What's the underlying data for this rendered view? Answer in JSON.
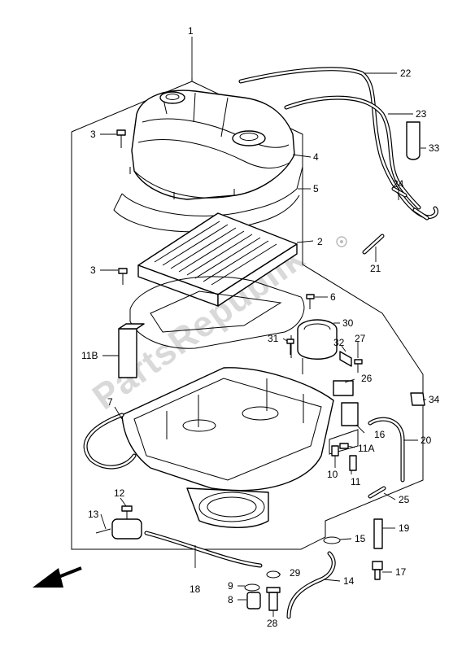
{
  "watermark": "PartsRepublik",
  "callouts": [
    {
      "id": "c1",
      "label": "1"
    },
    {
      "id": "c2",
      "label": "2"
    },
    {
      "id": "c3a",
      "label": "3"
    },
    {
      "id": "c3b",
      "label": "3"
    },
    {
      "id": "c4",
      "label": "4"
    },
    {
      "id": "c5",
      "label": "5"
    },
    {
      "id": "c6",
      "label": "6"
    },
    {
      "id": "c7",
      "label": "7"
    },
    {
      "id": "c8",
      "label": "8"
    },
    {
      "id": "c9",
      "label": "9"
    },
    {
      "id": "c10",
      "label": "10"
    },
    {
      "id": "c11",
      "label": "11"
    },
    {
      "id": "c11a",
      "label": "11A"
    },
    {
      "id": "c11b",
      "label": "11B"
    },
    {
      "id": "c12",
      "label": "12"
    },
    {
      "id": "c13",
      "label": "13"
    },
    {
      "id": "c14",
      "label": "14"
    },
    {
      "id": "c15",
      "label": "15"
    },
    {
      "id": "c16",
      "label": "16"
    },
    {
      "id": "c17",
      "label": "17"
    },
    {
      "id": "c18",
      "label": "18"
    },
    {
      "id": "c19",
      "label": "19"
    },
    {
      "id": "c20",
      "label": "20"
    },
    {
      "id": "c21",
      "label": "21"
    },
    {
      "id": "c22",
      "label": "22"
    },
    {
      "id": "c23",
      "label": "23"
    },
    {
      "id": "c24",
      "label": "24"
    },
    {
      "id": "c25",
      "label": "25"
    },
    {
      "id": "c26",
      "label": "26"
    },
    {
      "id": "c27",
      "label": "27"
    },
    {
      "id": "c28",
      "label": "28"
    },
    {
      "id": "c29",
      "label": "29"
    },
    {
      "id": "c30",
      "label": "30"
    },
    {
      "id": "c31",
      "label": "31"
    },
    {
      "id": "c32",
      "label": "32"
    },
    {
      "id": "c33",
      "label": "33"
    },
    {
      "id": "c34",
      "label": "34"
    }
  ]
}
